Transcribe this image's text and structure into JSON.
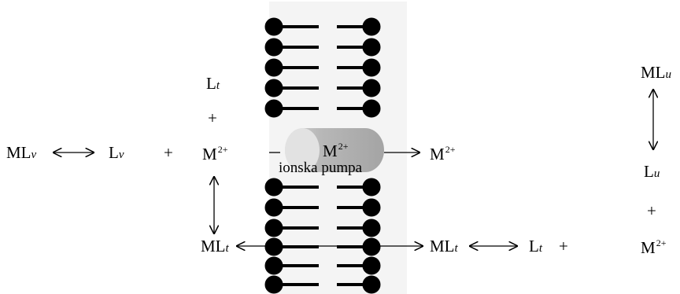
{
  "labels": {
    "ml_v": "ML",
    "ml_v_sub": "v",
    "l_v": "L",
    "l_v_sub": "v",
    "plus": "+",
    "l_t_top": "L",
    "l_t_top_sub": "t",
    "m_left": "M",
    "m_charge": "2+",
    "m_pump": "M",
    "pump_label": "ionska pumpa",
    "m_right": "M",
    "ml_t_left": "ML",
    "ml_t_sub": "t",
    "ml_t_right": "ML",
    "l_t_right": "L",
    "l_t_right_sub": "t",
    "ml_u": "ML",
    "ml_u_sub": "u",
    "l_u": "L",
    "l_u_sub": "u",
    "m_far_right": "M"
  }
}
